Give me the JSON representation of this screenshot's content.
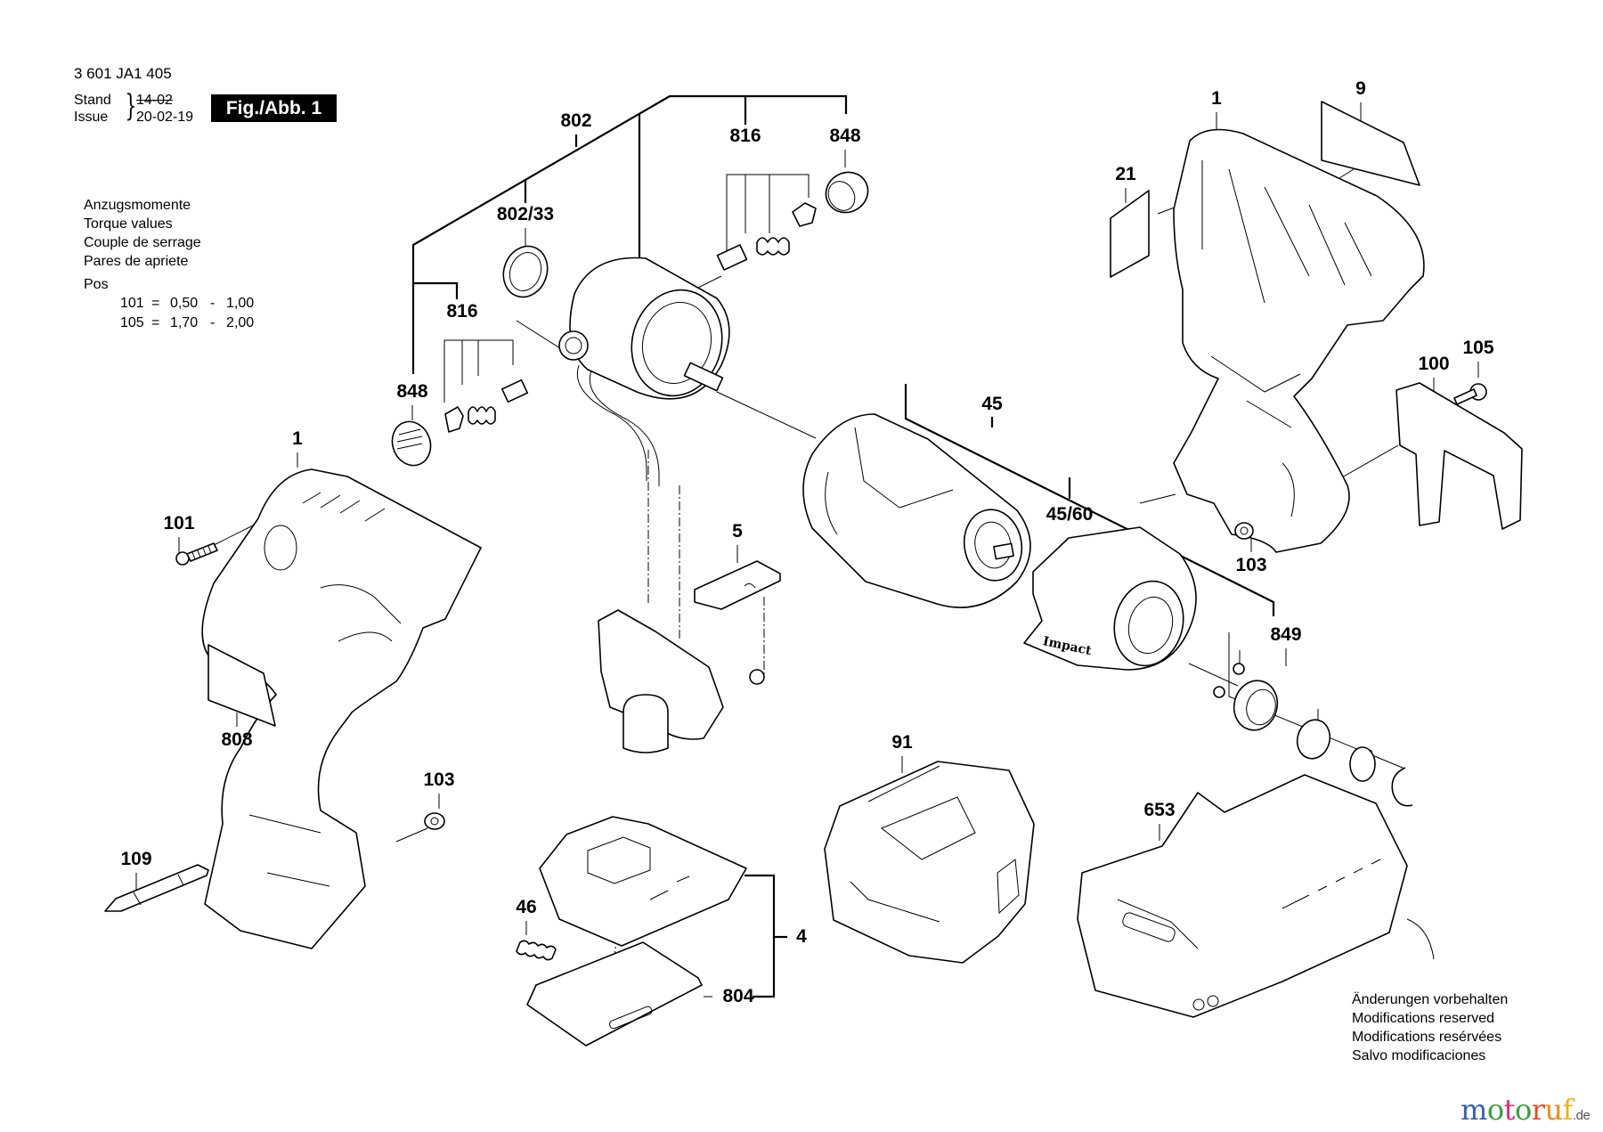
{
  "header": {
    "document_number": "3 601 JA1 405",
    "stand_label": "Stand",
    "issue_label": "Issue",
    "stand_value_struck": "14-02",
    "issue_value": "20-02-19",
    "figure_label": "Fig./Abb. 1"
  },
  "torque_values": {
    "title_de": "Anzugsmomente",
    "title_en": "Torque values",
    "title_fr": "Couple de serrage",
    "title_es": "Pares de apriete",
    "pos_label": "Pos",
    "rows": [
      {
        "pos": "101",
        "eq": "=",
        "min": "0,50",
        "dash": "-",
        "max": "1,00"
      },
      {
        "pos": "105",
        "eq": "=",
        "min": "1,70",
        "dash": "-",
        "max": "2,00"
      }
    ]
  },
  "callouts": {
    "c802": "802",
    "c802_33": "802/33",
    "c816_top": "816",
    "c848_top": "848",
    "c816_left": "816",
    "c848_left": "848",
    "c1_right": "1",
    "c9": "9",
    "c21": "21",
    "c105": "105",
    "c100": "100",
    "c45": "45",
    "c45_60": "45/60",
    "c103_right": "103",
    "c849": "849",
    "c1_left": "1",
    "c101": "101",
    "c5": "5",
    "c808": "808",
    "c103_left": "103",
    "c109": "109",
    "c91": "91",
    "c653": "653",
    "c4": "4",
    "c46": "46",
    "c804": "804"
  },
  "part_markings": {
    "nose_cover_text": "Impact"
  },
  "notes": {
    "de": "Änderungen vorbehalten",
    "en": "Modifications reserved",
    "fr": "Modifications resérvées",
    "es": "Salvo modificaciones"
  },
  "brand": {
    "letters": [
      {
        "char": "m",
        "color": "#3b5fb0"
      },
      {
        "char": "o",
        "color": "#3aa040"
      },
      {
        "char": "t",
        "color": "#d9307a"
      },
      {
        "char": "o",
        "color": "#3aa040"
      },
      {
        "char": "r",
        "color": "#e0502a"
      },
      {
        "char": "u",
        "color": "#f08a1c"
      },
      {
        "char": "f",
        "color": "#f2b21a"
      }
    ],
    "tld": ".de",
    "tld_color": "#555555"
  }
}
